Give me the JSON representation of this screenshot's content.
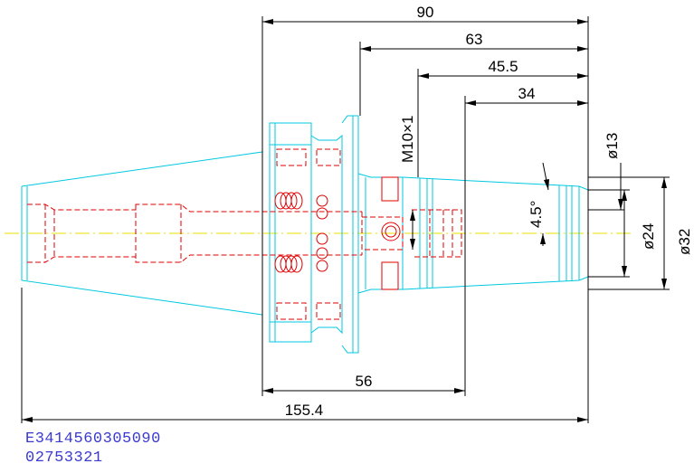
{
  "dimensions": {
    "overall_length": "90",
    "flange_length": "63",
    "thread_length": "45.5",
    "nose_length": "34",
    "taper_length": "56",
    "total_length": "155.4",
    "thread": "M10×1",
    "angle": "4.5°",
    "dia_small": "ø13",
    "dia_mid": "ø24",
    "dia_large": "ø32"
  },
  "codes": {
    "part_number": "E3414560305090",
    "order_number": "02753321"
  },
  "colors": {
    "outline": "#00c8e0",
    "hidden": "#e00000",
    "centerline": "#e8e000",
    "dimension": "#000000",
    "code_text": "#3a3ad0"
  }
}
